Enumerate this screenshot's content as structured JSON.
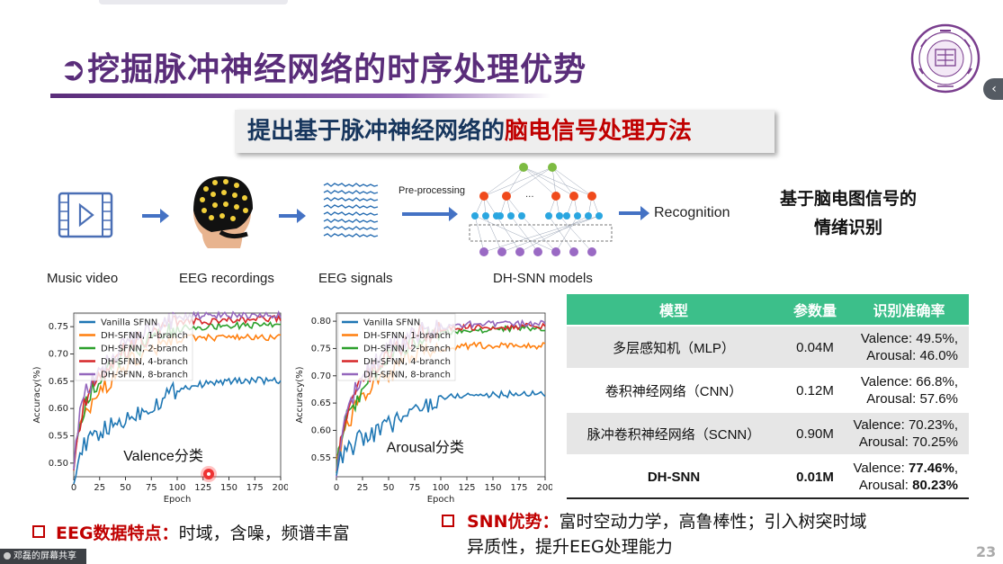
{
  "slide": {
    "title": "➲挖掘脉冲神经网络的时序处理优势",
    "subtitle_part1": "提出基于脉冲神经网络的",
    "subtitle_part2": "脑电信号处理方法",
    "page_number": "23"
  },
  "pipeline": {
    "labels": [
      "Music video",
      "EEG recordings",
      "EEG signals",
      "DH-SNN models"
    ],
    "preprocessing": "Pre-processing",
    "recognition": "Recognition",
    "ellipsis": "···",
    "side_note_line1": "基于脑电图信号的",
    "side_note_line2": "情绪识别"
  },
  "table": {
    "headers": [
      "模型",
      "参数量",
      "识别准确率"
    ],
    "rows": [
      {
        "model": "多层感知机（MLP）",
        "params": "0.04M",
        "acc1": "Valence: 49.5%,",
        "acc2": "Arousal: 46.0%"
      },
      {
        "model": "卷积神经网络（CNN）",
        "params": "0.12M",
        "acc1": "Valence: 66.8%,",
        "acc2": "Arousal: 57.6%"
      },
      {
        "model": "脉冲卷积神经网络（SCNN）",
        "params": "0.90M",
        "acc1": "Valence: 70.23%,",
        "acc2": "Arousal: 70.25%"
      },
      {
        "model": "DH-SNN",
        "params": "0.01M",
        "acc1_pre": "Valence: ",
        "acc1_val": "77.46%",
        "acc1_post": ",",
        "acc2_pre": "Arousal: ",
        "acc2_val": "80.23%"
      }
    ]
  },
  "bullets": {
    "left_head": "EEG数据特点：",
    "left_body": "时域，含噪，频谱丰富",
    "right_head": "SNN优势：",
    "right_body_line1": "富时空动力学，高鲁棒性；引入树突时域",
    "right_body_line2": "异质性，提升EEG处理能力"
  },
  "taskbar": {
    "share_label": "邓磊的屏幕共享"
  },
  "colors": {
    "title": "#5a2d7a",
    "subtitle_dark": "#17365d",
    "subtitle_red": "#c00000",
    "table_header": "#3cbf8a",
    "arrow": "#4472c4",
    "series": [
      "#1f77b4",
      "#ff7f0e",
      "#2ca02c",
      "#d62728",
      "#9467bd"
    ]
  },
  "chart_data": [
    {
      "type": "line",
      "annotation": "Valence分类",
      "xlabel": "Epoch",
      "ylabel": "Accuracy(%)",
      "xlim": [
        0,
        200
      ],
      "ylim": [
        0.475,
        0.775
      ],
      "xticks": [
        0,
        25,
        50,
        75,
        100,
        125,
        150,
        175,
        200
      ],
      "yticks": [
        0.5,
        0.55,
        0.6,
        0.65,
        0.7,
        0.75
      ],
      "ytick_labels": [
        "0.50",
        "0.55",
        "0.60",
        "0.65",
        "0.70",
        "0.75"
      ],
      "legend_position": "top-left",
      "x": [
        0,
        5,
        10,
        15,
        20,
        30,
        40,
        50,
        60,
        70,
        80,
        90,
        100,
        110,
        125,
        150,
        175,
        200
      ],
      "series": [
        {
          "name": "Vanilla SFNN",
          "values": [
            0.48,
            0.51,
            0.53,
            0.54,
            0.55,
            0.56,
            0.57,
            0.58,
            0.59,
            0.6,
            0.61,
            0.625,
            0.635,
            0.64,
            0.645,
            0.65,
            0.652,
            0.65
          ]
        },
        {
          "name": "DH-SFNN, 1-branch",
          "values": [
            0.49,
            0.55,
            0.58,
            0.6,
            0.62,
            0.64,
            0.66,
            0.68,
            0.69,
            0.7,
            0.71,
            0.72,
            0.725,
            0.73,
            0.73,
            0.73,
            0.73,
            0.73
          ]
        },
        {
          "name": "DH-SFNN, 2-branch",
          "values": [
            0.5,
            0.56,
            0.6,
            0.62,
            0.64,
            0.66,
            0.68,
            0.7,
            0.71,
            0.72,
            0.73,
            0.74,
            0.745,
            0.75,
            0.75,
            0.752,
            0.753,
            0.755
          ]
        },
        {
          "name": "DH-SFNN, 4-branch",
          "values": [
            0.5,
            0.57,
            0.61,
            0.63,
            0.65,
            0.67,
            0.69,
            0.71,
            0.72,
            0.73,
            0.74,
            0.75,
            0.755,
            0.76,
            0.76,
            0.762,
            0.763,
            0.765
          ]
        },
        {
          "name": "DH-SFNN, 8-branch",
          "values": [
            0.5,
            0.58,
            0.62,
            0.64,
            0.66,
            0.68,
            0.7,
            0.72,
            0.73,
            0.74,
            0.75,
            0.76,
            0.765,
            0.77,
            0.77,
            0.771,
            0.772,
            0.772
          ]
        }
      ]
    },
    {
      "type": "line",
      "annotation": "Arousal分类",
      "xlabel": "Epoch",
      "ylabel": "Accuracy(%)",
      "xlim": [
        0,
        200
      ],
      "ylim": [
        0.515,
        0.815
      ],
      "xticks": [
        0,
        25,
        50,
        75,
        100,
        125,
        150,
        175,
        200
      ],
      "yticks": [
        0.55,
        0.6,
        0.65,
        0.7,
        0.75,
        0.8
      ],
      "ytick_labels": [
        "0.55",
        "0.60",
        "0.65",
        "0.70",
        "0.75",
        "0.80"
      ],
      "legend_position": "top-left",
      "x": [
        0,
        5,
        10,
        15,
        20,
        30,
        40,
        50,
        60,
        70,
        80,
        90,
        100,
        110,
        125,
        150,
        175,
        200
      ],
      "series": [
        {
          "name": "Vanilla SFNN",
          "values": [
            0.53,
            0.55,
            0.56,
            0.57,
            0.58,
            0.59,
            0.6,
            0.61,
            0.62,
            0.63,
            0.64,
            0.65,
            0.66,
            0.662,
            0.665,
            0.665,
            0.667,
            0.668
          ]
        },
        {
          "name": "DH-SFNN, 1-branch",
          "values": [
            0.53,
            0.58,
            0.61,
            0.63,
            0.65,
            0.67,
            0.69,
            0.7,
            0.72,
            0.73,
            0.74,
            0.745,
            0.75,
            0.752,
            0.755,
            0.755,
            0.755,
            0.755
          ]
        },
        {
          "name": "DH-SFNN, 2-branch",
          "values": [
            0.53,
            0.59,
            0.62,
            0.64,
            0.66,
            0.69,
            0.71,
            0.73,
            0.75,
            0.76,
            0.77,
            0.775,
            0.78,
            0.782,
            0.784,
            0.785,
            0.786,
            0.786
          ]
        },
        {
          "name": "DH-SFNN, 4-branch",
          "values": [
            0.53,
            0.59,
            0.62,
            0.65,
            0.67,
            0.7,
            0.72,
            0.74,
            0.755,
            0.765,
            0.775,
            0.78,
            0.785,
            0.787,
            0.789,
            0.79,
            0.79,
            0.79
          ]
        },
        {
          "name": "DH-SFNN, 8-branch",
          "values": [
            0.53,
            0.6,
            0.63,
            0.66,
            0.68,
            0.71,
            0.73,
            0.75,
            0.76,
            0.77,
            0.78,
            0.786,
            0.79,
            0.792,
            0.794,
            0.795,
            0.795,
            0.796
          ]
        }
      ]
    }
  ]
}
